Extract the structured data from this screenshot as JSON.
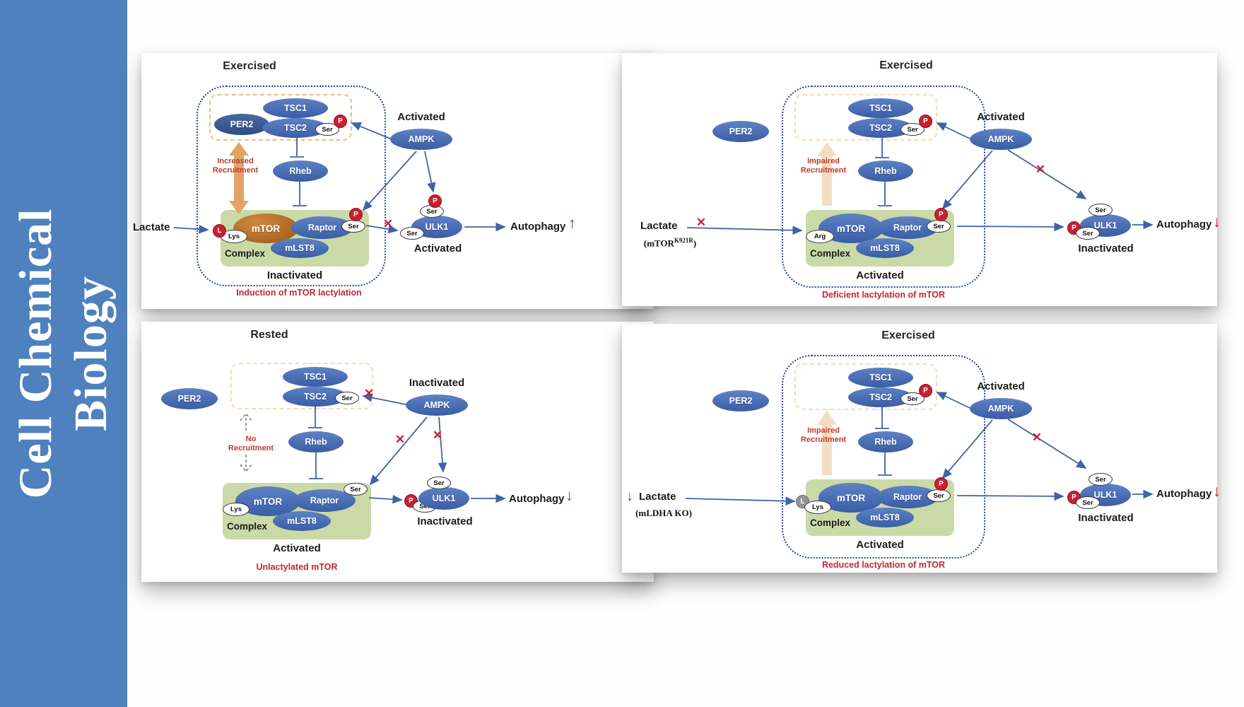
{
  "journal": {
    "line1": "Cell Chemical",
    "line2": "Biology"
  },
  "sym": {
    "x": "✕"
  },
  "colors": {
    "sidebar_blue": "#4e81bd",
    "protein_blue": "#45659f",
    "mtor_brown": "#a9591b",
    "complex_green": "#c9daa7",
    "alert_red": "#c4202c",
    "recruitment_orange": "#e2a466"
  },
  "panels": {
    "p1": {
      "title": "Exercised",
      "per2": "PER2",
      "tsc1": "TSC1",
      "tsc2": "TSC2",
      "tsc2_site": "Ser",
      "tsc2_p": "P",
      "ampk": "AMPK",
      "ampk_state": "Activated",
      "recruit_line1": "Increased",
      "recruit_line2": "Recruitment",
      "rheb": "Rheb",
      "lactate": "Lactate",
      "lys_badge": "L",
      "lys": "Lys",
      "mtor": "mTOR",
      "raptor": "Raptor",
      "mlst8": "mLST8",
      "raptor_site": "Ser",
      "raptor_p": "P",
      "complex": "Complex",
      "complex_state": "Inactivated",
      "ulk1": "ULK1",
      "ulk1_top_site": "Ser",
      "ulk1_top_p": "P",
      "ulk1_bottom_site": "Ser",
      "ulk1_state": "Activated",
      "autophagy": "Autophagy",
      "autophagy_dir": "↑",
      "caption": "Induction of mTOR lactylation"
    },
    "p2": {
      "title": "Exercised",
      "per2": "PER2",
      "tsc1": "TSC1",
      "tsc2": "TSC2",
      "tsc2_site": "Ser",
      "tsc2_p": "P",
      "ampk": "AMPK",
      "ampk_state": "Activated",
      "recruit_line1": "Impaired",
      "recruit_line2": "Recruitment",
      "rheb": "Rheb",
      "lactate": "Lactate",
      "lactate_sub_base": "(mTOR",
      "lactate_sub_sup": "K921R",
      "lactate_sub_close": ")",
      "arg": "Arg",
      "mtor": "mTOR",
      "raptor": "Raptor",
      "mlst8": "mLST8",
      "raptor_site": "Ser",
      "raptor_p": "P",
      "complex": "Complex",
      "complex_state": "Activated",
      "ulk1": "ULK1",
      "ulk1_top_site": "Ser",
      "ulk1_bottom_p": "P",
      "ulk1_bottom_site": "Ser",
      "ulk1_state": "Inactivated",
      "autophagy": "Autophagy",
      "autophagy_dir": "↓",
      "caption": "Deficient lactylation of mTOR"
    },
    "p3": {
      "title": "Rested",
      "per2": "PER2",
      "tsc1": "TSC1",
      "tsc2": "TSC2",
      "tsc2_site": "Ser",
      "ampk": "AMPK",
      "ampk_state": "Inactivated",
      "recruit_line1": "No",
      "recruit_line2": "Recruitment",
      "rheb": "Rheb",
      "lys": "Lys",
      "mtor": "mTOR",
      "raptor": "Raptor",
      "mlst8": "mLST8",
      "raptor_site": "Ser",
      "complex": "Complex",
      "complex_state": "Activated",
      "ulk1": "ULK1",
      "ulk1_top_site": "Ser",
      "ulk1_bottom_p": "P",
      "ulk1_bottom_site": "Ser",
      "ulk1_state": "Inactivated",
      "autophagy": "Autophagy",
      "autophagy_dir": "↓",
      "caption": "Unlactylated mTOR"
    },
    "p4": {
      "title": "Exercised",
      "per2": "PER2",
      "tsc1": "TSC1",
      "tsc2": "TSC2",
      "tsc2_site": "Ser",
      "tsc2_p": "P",
      "ampk": "AMPK",
      "ampk_state": "Activated",
      "recruit_line1": "Impaired",
      "recruit_line2": "Recruitment",
      "rheb": "Rheb",
      "lactate_dir": "↓",
      "lactate": "Lactate",
      "lactate_sub": "(mLDHA KO)",
      "lys_badge": "L",
      "lys": "Lys",
      "mtor": "mTOR",
      "raptor": "Raptor",
      "mlst8": "mLST8",
      "raptor_site": "Ser",
      "raptor_p": "P",
      "complex": "Complex",
      "complex_state": "Activated",
      "ulk1": "ULK1",
      "ulk1_top_site": "Ser",
      "ulk1_bottom_p": "P",
      "ulk1_bottom_site": "Ser",
      "ulk1_state": "Inactivated",
      "autophagy": "Autophagy",
      "autophagy_dir": "↓",
      "caption": "Reduced lactylation of mTOR"
    }
  }
}
